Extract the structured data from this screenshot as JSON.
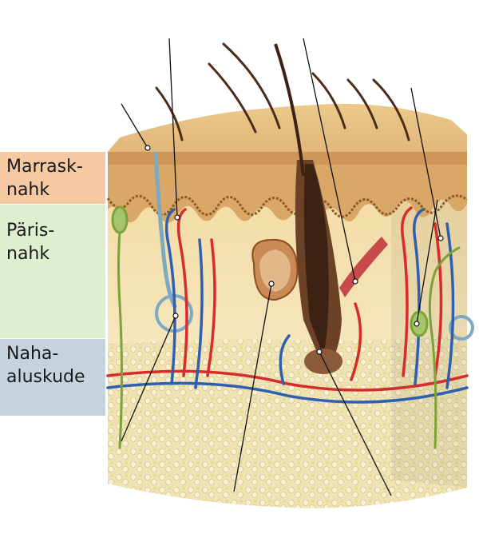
{
  "layers": [
    {
      "line1": "Marrask-",
      "line2": "nahk",
      "color": "#f5c9a1"
    },
    {
      "line1": "Päris-",
      "line2": "nahk",
      "color": "#dfeecf"
    },
    {
      "line1": "Naha-",
      "line2": "aluskude",
      "color": "#c6d3dc"
    }
  ],
  "colors": {
    "epidermis": "#d9a766",
    "dermis": "#f3dfae",
    "fat": "#efe3b4",
    "artery": "#d62c2c",
    "vein": "#2f5fb0",
    "nerve": "#7aa338",
    "hair": "#4a2c18",
    "leader_line": "#111111"
  }
}
